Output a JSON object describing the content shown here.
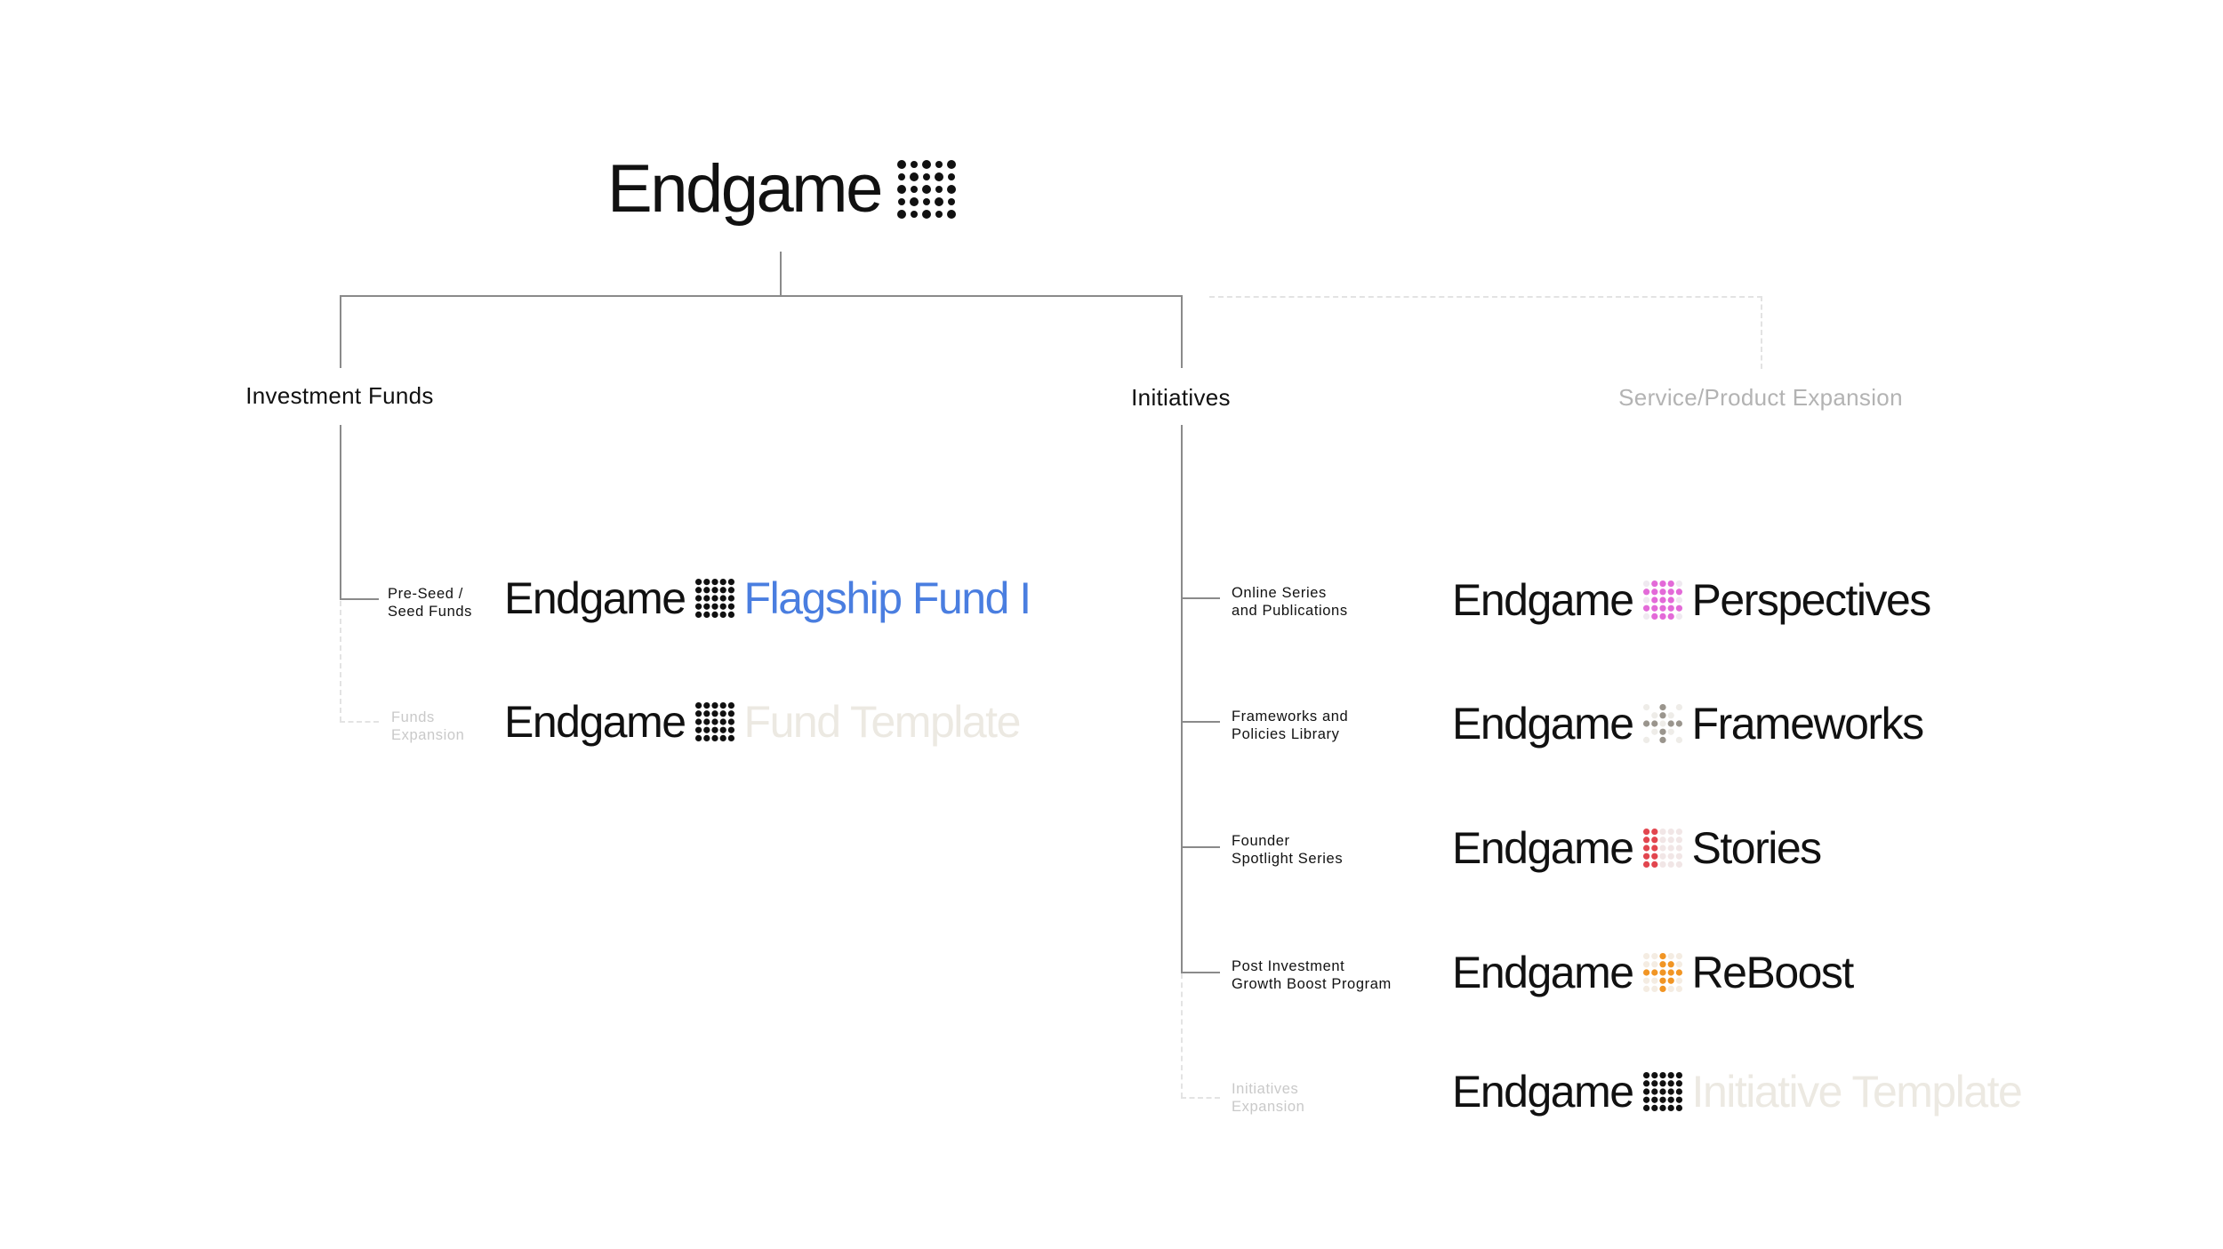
{
  "colors": {
    "text": "#111111",
    "line": "#8a8a8a",
    "muted_label": "#b3b3b3",
    "dashed_line": "#e3e3e3",
    "flagship_blue": "#4a7ee0",
    "template_beige": "#ece9e2",
    "perspectives_pink": "#e36ad8",
    "frameworks_gray": "#9a958d",
    "stories_red": "#e2464f",
    "reboost_orange": "#f19524"
  },
  "main": {
    "brand": "Endgame"
  },
  "categories": {
    "investment_funds": "Investment Funds",
    "initiatives": "Initiatives",
    "service_expansion": "Service/Product Expansion"
  },
  "funds": [
    {
      "label_line1": "Pre-Seed /",
      "label_line2": "Seed Funds",
      "brand": "Endgame",
      "suffix": "Flagship Fund I",
      "icon": "dot-grid-icon",
      "muted": false
    },
    {
      "label_line1": "Funds",
      "label_line2": "Expansion",
      "brand": "Endgame",
      "suffix": "Fund Template",
      "icon": "dot-grid-icon",
      "muted": true
    }
  ],
  "initiatives": [
    {
      "label_line1": "Online Series",
      "label_line2": "and Publications",
      "brand": "Endgame",
      "suffix": "Perspectives",
      "icon": "pink-dot-grid-icon",
      "muted": false
    },
    {
      "label_line1": "Frameworks and",
      "label_line2": "Policies Library",
      "brand": "Endgame",
      "suffix": "Frameworks",
      "icon": "gray-dot-diamond-icon",
      "muted": false
    },
    {
      "label_line1": "Founder",
      "label_line2": "Spotlight Series",
      "brand": "Endgame",
      "suffix": "Stories",
      "icon": "red-dot-column-icon",
      "muted": false
    },
    {
      "label_line1": "Post Investment",
      "label_line2": "Growth Boost Program",
      "brand": "Endgame",
      "suffix": "ReBoost",
      "icon": "orange-dot-arrow-icon",
      "muted": false
    },
    {
      "label_line1": "Initiatives",
      "label_line2": "Expansion",
      "brand": "Endgame",
      "suffix": "Initiative Template",
      "icon": "dot-grid-icon",
      "muted": true
    }
  ]
}
